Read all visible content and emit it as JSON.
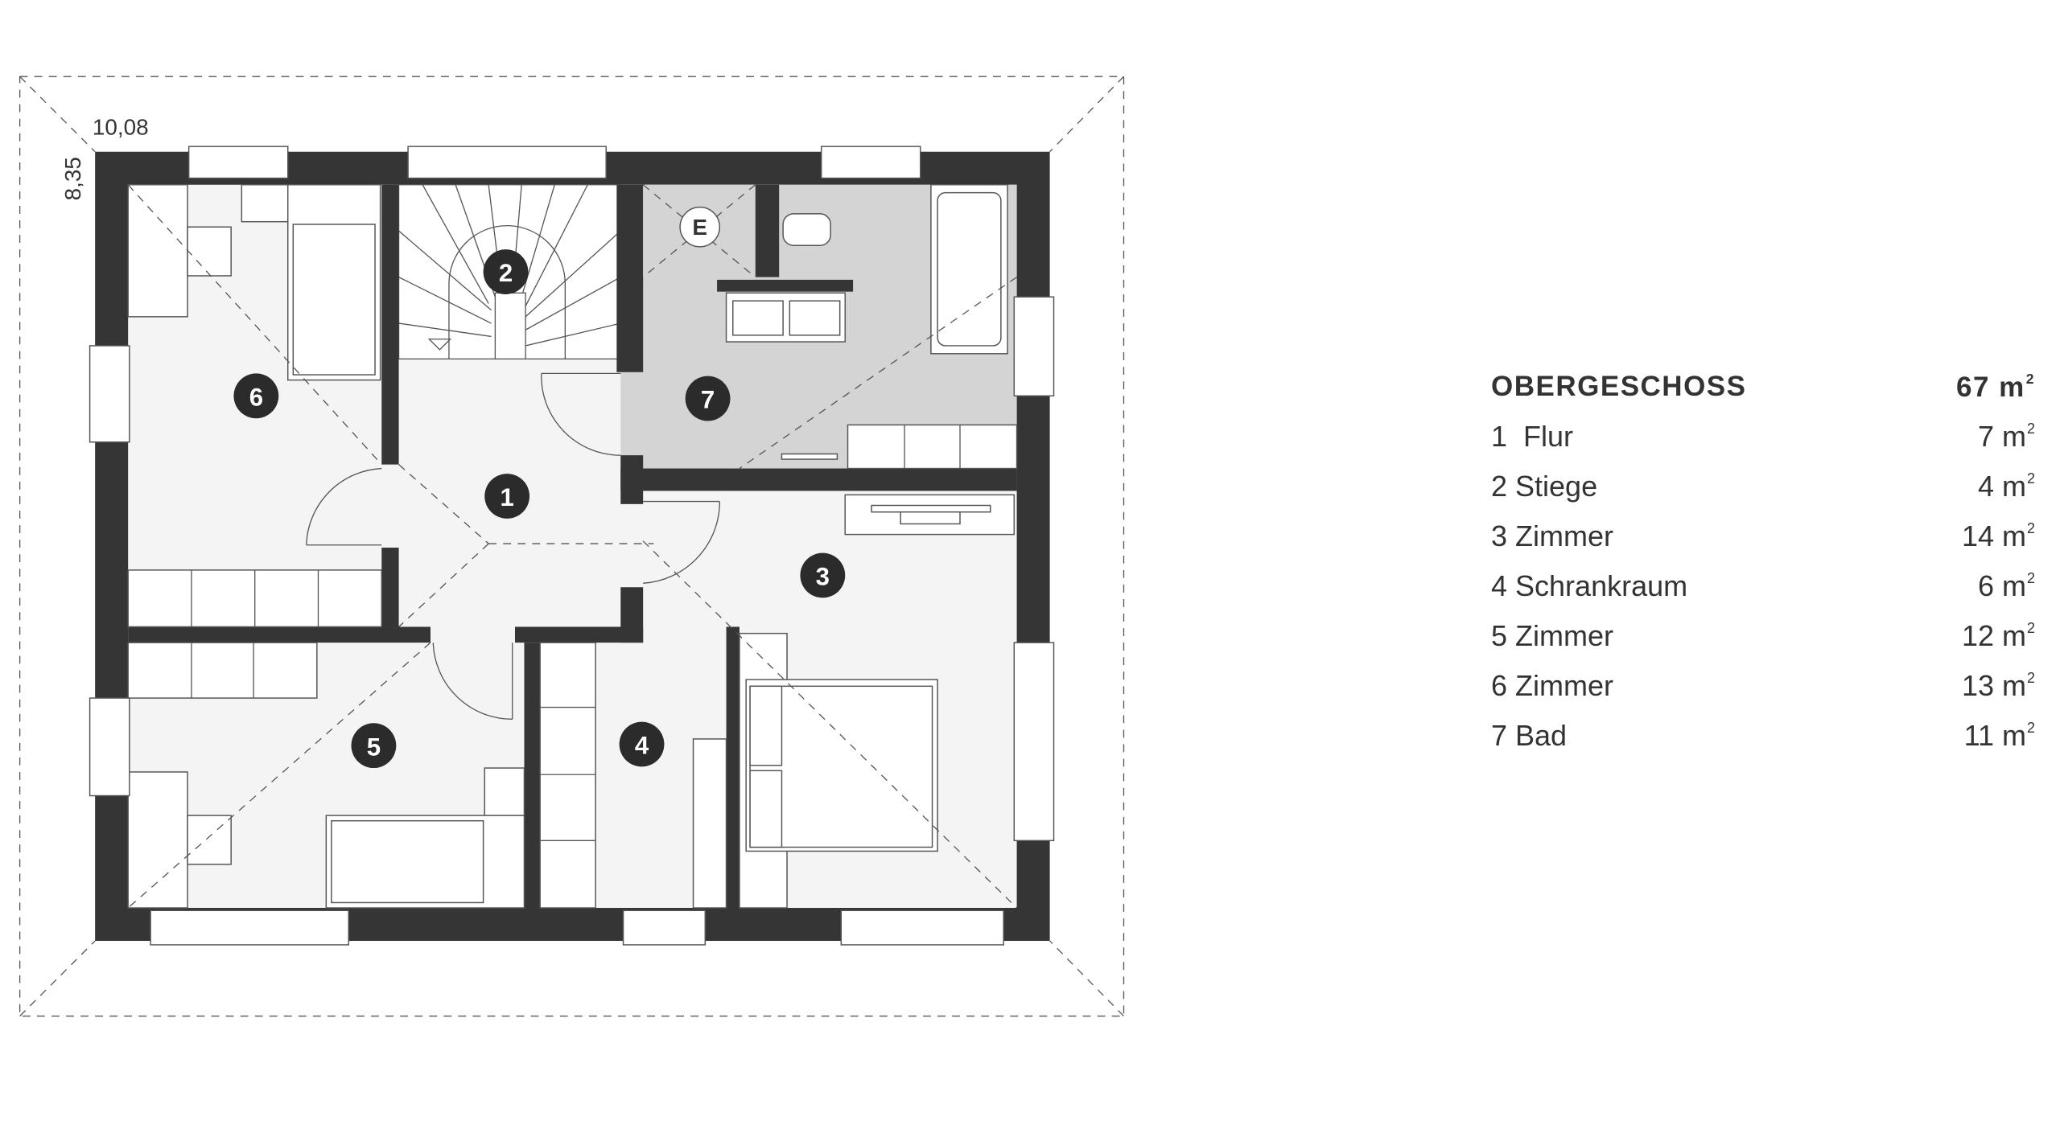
{
  "plan": {
    "width_label": "10,08",
    "depth_label": "8,35",
    "rooms": [
      {
        "number": "1"
      },
      {
        "number": "2"
      },
      {
        "number": "3"
      },
      {
        "number": "4"
      },
      {
        "number": "5"
      },
      {
        "number": "6"
      },
      {
        "number": "7"
      }
    ],
    "electric_label": "E",
    "colors": {
      "wall": "#353535",
      "floor": "#f4f4f4",
      "bath": "#d4d4d4"
    }
  },
  "legend": {
    "title": "OBERGESCHOSS",
    "total": "67 m",
    "unit_sup": "2",
    "rows": [
      {
        "label": "1  Flur",
        "area": "7 m"
      },
      {
        "label": "2 Stiege",
        "area": "4 m"
      },
      {
        "label": "3 Zimmer",
        "area": "14 m"
      },
      {
        "label": "4 Schrankraum",
        "area": "6 m"
      },
      {
        "label": "5 Zimmer",
        "area": "12 m"
      },
      {
        "label": "6 Zimmer",
        "area": "13 m"
      },
      {
        "label": "7 Bad",
        "area": "11 m"
      }
    ]
  }
}
